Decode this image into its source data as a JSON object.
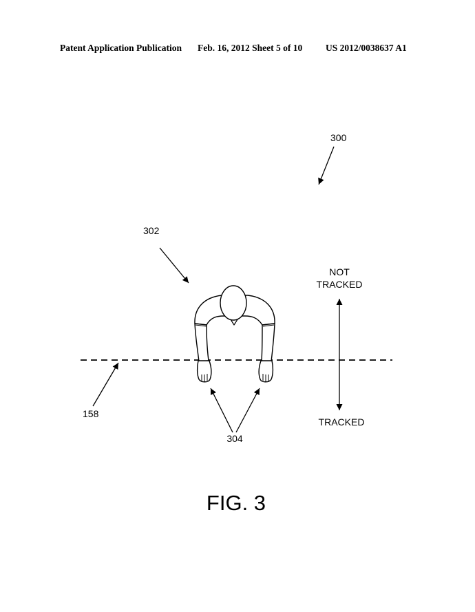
{
  "header": {
    "publication": "Patent Application Publication",
    "date_sheet": "Feb. 16, 2012   Sheet 5 of 10",
    "patent_number": "US 2012/0038637 A1"
  },
  "figure": {
    "ref_300": "300",
    "ref_302": "302",
    "ref_158": "158",
    "ref_304": "304",
    "not_line1": "NOT",
    "not_line2": "TRACKED",
    "tracked": "TRACKED",
    "caption": "FIG. 3"
  }
}
